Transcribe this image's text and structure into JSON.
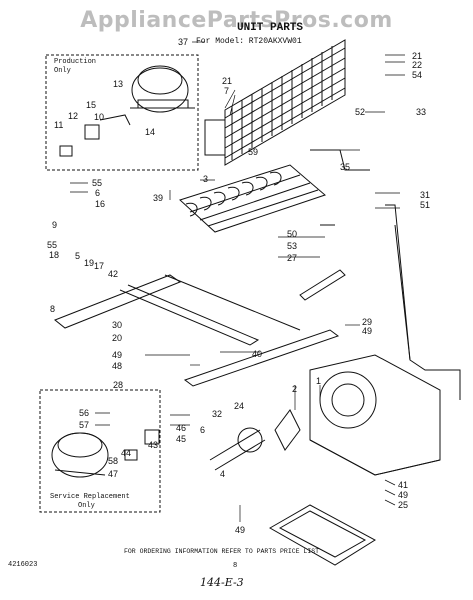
{
  "watermark": "AppliancePartsPros.com",
  "header": {
    "title": "UNIT PARTS",
    "model": "For Model: RT20AKXVW01"
  },
  "boxes": {
    "production_only": [
      "Production",
      "Only"
    ],
    "service_replacement": [
      "Service Replacement",
      "Only"
    ]
  },
  "callouts": [
    {
      "id": "c37",
      "text": "37"
    },
    {
      "id": "c21a",
      "text": "21"
    },
    {
      "id": "c22",
      "text": "22"
    },
    {
      "id": "c54",
      "text": "54"
    },
    {
      "id": "c13",
      "text": "13"
    },
    {
      "id": "c21b",
      "text": "21"
    },
    {
      "id": "c7",
      "text": "7"
    },
    {
      "id": "c12",
      "text": "12"
    },
    {
      "id": "c15",
      "text": "15"
    },
    {
      "id": "c10",
      "text": "10"
    },
    {
      "id": "c11",
      "text": "11"
    },
    {
      "id": "c14",
      "text": "14"
    },
    {
      "id": "c52",
      "text": "52"
    },
    {
      "id": "c33",
      "text": "33"
    },
    {
      "id": "c59",
      "text": "59"
    },
    {
      "id": "c3",
      "text": "3"
    },
    {
      "id": "c35",
      "text": "35"
    },
    {
      "id": "c55a",
      "text": "55"
    },
    {
      "id": "c6",
      "text": "6"
    },
    {
      "id": "c16",
      "text": "16"
    },
    {
      "id": "c39",
      "text": "39"
    },
    {
      "id": "c9",
      "text": "9"
    },
    {
      "id": "c31",
      "text": "31"
    },
    {
      "id": "c51",
      "text": "51"
    },
    {
      "id": "c55b",
      "text": "55"
    },
    {
      "id": "c18",
      "text": "18"
    },
    {
      "id": "c5",
      "text": "5"
    },
    {
      "id": "c19",
      "text": "19"
    },
    {
      "id": "c17",
      "text": "17"
    },
    {
      "id": "c42",
      "text": "42"
    },
    {
      "id": "c50",
      "text": "50"
    },
    {
      "id": "c53",
      "text": "53"
    },
    {
      "id": "c27",
      "text": "27"
    },
    {
      "id": "c8",
      "text": "8"
    },
    {
      "id": "c29",
      "text": "29"
    },
    {
      "id": "c49a",
      "text": "49"
    },
    {
      "id": "c30",
      "text": "30"
    },
    {
      "id": "c20",
      "text": "20"
    },
    {
      "id": "c49b",
      "text": "49"
    },
    {
      "id": "c48",
      "text": "48"
    },
    {
      "id": "c40",
      "text": "40"
    },
    {
      "id": "c28",
      "text": "28"
    },
    {
      "id": "c2",
      "text": "2"
    },
    {
      "id": "c1",
      "text": "1"
    },
    {
      "id": "c56",
      "text": "56"
    },
    {
      "id": "c57",
      "text": "57"
    },
    {
      "id": "c32",
      "text": "32"
    },
    {
      "id": "c24",
      "text": "24"
    },
    {
      "id": "c6b",
      "text": "6"
    },
    {
      "id": "c46",
      "text": "46"
    },
    {
      "id": "c45",
      "text": "45"
    },
    {
      "id": "c43",
      "text": "43"
    },
    {
      "id": "c44",
      "text": "44"
    },
    {
      "id": "c58",
      "text": "58"
    },
    {
      "id": "c47",
      "text": "47"
    },
    {
      "id": "c4",
      "text": "4"
    },
    {
      "id": "c49c",
      "text": "49"
    },
    {
      "id": "c41",
      "text": "41"
    },
    {
      "id": "c49d",
      "text": "49"
    },
    {
      "id": "c25",
      "text": "25"
    }
  ],
  "footer": {
    "order_info": "FOR ORDERING INFORMATION REFER TO PARTS PRICE LIST",
    "doc_number": "4216023",
    "page_number": "8",
    "handwritten": "144-E-3"
  }
}
